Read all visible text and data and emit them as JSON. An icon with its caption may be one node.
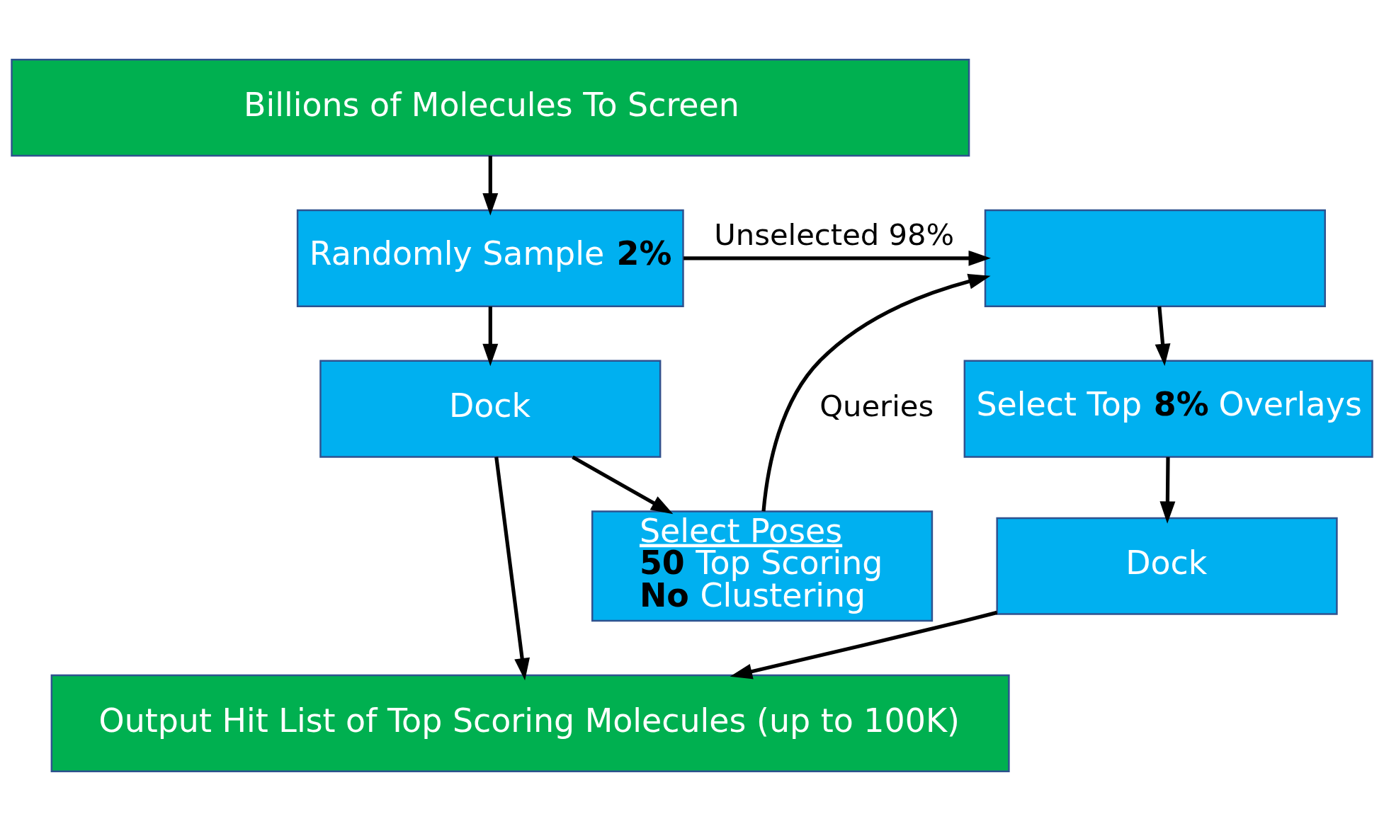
{
  "diagram": {
    "nodes": [
      {
        "text": [
          "Billions of Molecules To Screen"
        ]
      },
      {
        "text": [
          "Randomly Sample **2%**"
        ]
      },
      {
        "text": [
          "Dock"
        ]
      },
      {
        "text": [
          "Select Poses",
          "**50** Top Scoring",
          "**No** Clustering"
        ]
      },
      {
        "text": [],
        "shape": "box"
      },
      {
        "text": [
          "Select Top **8%** Overlays"
        ]
      },
      {
        "text": [
          "Dock"
        ]
      },
      {
        "text": [
          "Output Hit List of Top Scoring Molecules (up to 100K)"
        ]
      }
    ],
    "edges": [
      {
        "from": 0,
        "to": 1,
        "arrow": "to"
      },
      {
        "from": 1,
        "to": 2,
        "arrow": "to"
      },
      {
        "from": 2,
        "to": 3,
        "arrow": "to"
      },
      {
        "from": 1,
        "to": 4,
        "arrow": "to",
        "label": "Unselected 98%"
      },
      {
        "from": 3,
        "to": 4,
        "arrow": "to",
        "label": "Queries"
      },
      {
        "from": 4,
        "to": 5,
        "arrow": "to"
      },
      {
        "from": 5,
        "to": 6,
        "arrow": "to"
      },
      {
        "from": 6,
        "to": 7,
        "arrow": "to"
      },
      {
        "from": 2,
        "to": 7,
        "arrow": "to"
      }
    ]
  }
}
